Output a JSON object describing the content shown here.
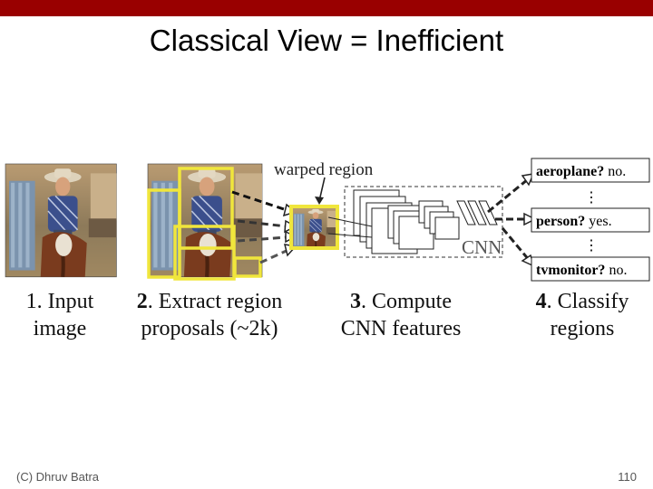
{
  "slide": {
    "title": "Classical View = Inefficient",
    "footer_left": "(C) Dhruv Batra",
    "page_number": "110"
  },
  "colors": {
    "header_bar": "#990000",
    "proposal_box": "#f0e63c"
  },
  "figure": {
    "warped_label": "warped region",
    "cnn_label": "CNN",
    "ellipsis": "⋮",
    "outputs": [
      {
        "cls": "aeroplane?",
        "answer": "no."
      },
      {
        "cls": "person?",
        "answer": "yes."
      },
      {
        "cls": "tvmonitor?",
        "answer": "no."
      }
    ],
    "steps": [
      {
        "num": "1",
        "line1": ". Input",
        "line2": "image"
      },
      {
        "num": "2",
        "line1": ". Extract region",
        "line2": "proposals (~2k)"
      },
      {
        "num": "3",
        "line1": ". Compute",
        "line2": "CNN features"
      },
      {
        "num": "4",
        "line1": ". Classify",
        "line2": "regions"
      }
    ]
  }
}
